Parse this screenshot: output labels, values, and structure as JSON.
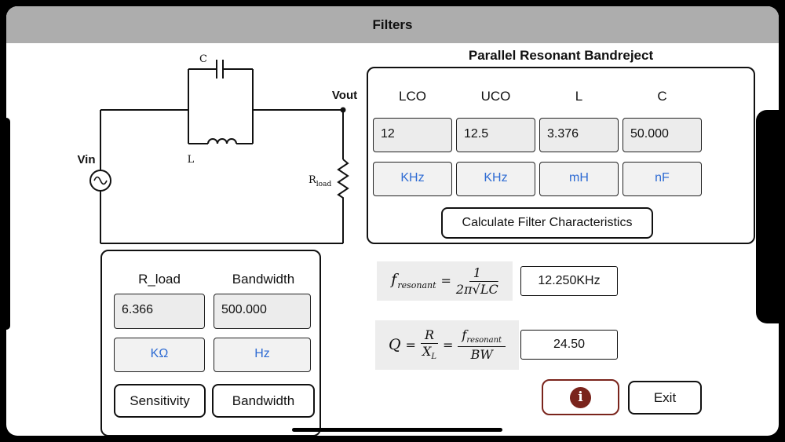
{
  "titlebar": {
    "title": "Filters"
  },
  "panel": {
    "title": "Parallel Resonant Bandreject",
    "columns": [
      {
        "label": "LCO",
        "value": "12",
        "unit": "KHz"
      },
      {
        "label": "UCO",
        "value": "12.5",
        "unit": "KHz"
      },
      {
        "label": "L",
        "value": "3.376",
        "unit": "mH"
      },
      {
        "label": "C",
        "value": "50.000",
        "unit": "nF"
      }
    ],
    "calculate_label": "Calculate Filter Characteristics"
  },
  "formulas": {
    "resonant": {
      "lhs": "f",
      "lhs_sub": "resonant",
      "equals": "=",
      "numerator": "1",
      "den_prefix": "2π",
      "den_sqrt": "√",
      "den_radicand": "LC",
      "result": "12.250KHz"
    },
    "q": {
      "lhs": "Q",
      "equals1": "=",
      "num1": "R",
      "den1": "X",
      "den1_sub": "L",
      "equals2": "=",
      "num2": "f",
      "num2_sub": "resonant",
      "den2": "BW",
      "result": "24.50"
    }
  },
  "load_panel": {
    "columns": [
      {
        "label": "R_load",
        "value": "6.366",
        "unit": "KΩ"
      },
      {
        "label": "Bandwidth",
        "value": "500.000",
        "unit": "Hz"
      }
    ],
    "buttons": {
      "sensitivity": "Sensitivity",
      "bandwidth": "Bandwidth"
    }
  },
  "footer": {
    "info_glyph": "i",
    "exit_label": "Exit"
  },
  "circuit": {
    "vin": "Vin",
    "vout": "Vout",
    "capacitor": "C",
    "inductor": "L",
    "rload_main": "R",
    "rload_sub": "load"
  },
  "colors": {
    "unit_blue": "#2e6bd3",
    "info_red": "#7a241c",
    "titlebar_gray": "#adadad"
  }
}
